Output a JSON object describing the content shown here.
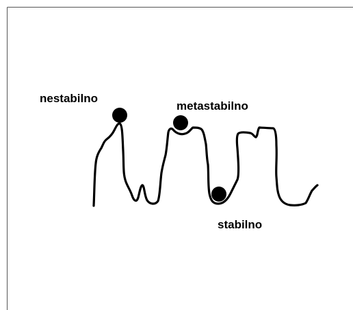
{
  "labels": {
    "unstable": "nestabilno",
    "metastable": "metastabilno",
    "stable": "stabilno"
  },
  "colors": {
    "ink": "#000000",
    "frame": "#555555",
    "background": "#ffffff"
  }
}
